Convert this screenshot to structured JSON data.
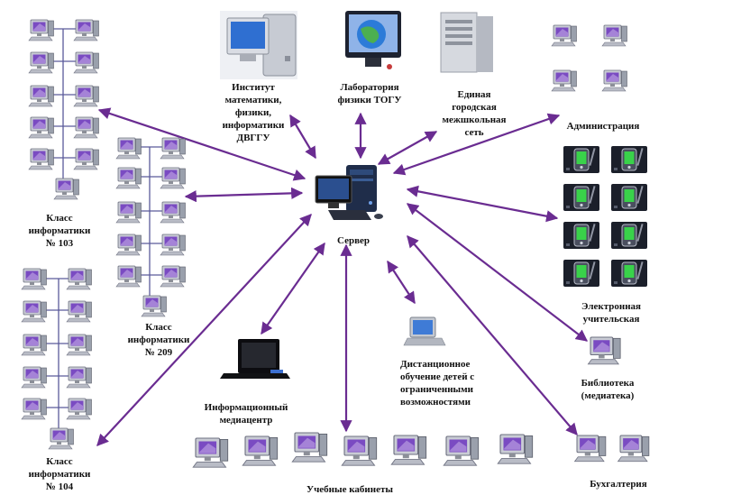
{
  "colors": {
    "arrow": "#6a2c91",
    "tree": "#5a5a9a",
    "screen": "#7a4bc2",
    "monitor_body": "#c9ccd4",
    "tablet_screen": "#39d24a"
  },
  "nodes": {
    "server": {
      "label": "Сервер",
      "icon": "server-computer-icon"
    },
    "institute": {
      "label": "Институт\nматематики,\nфизики,\nинформатики\nДВГГУ",
      "icon": "desktop-pc-icon"
    },
    "physics_lab": {
      "label": "Лаборатория\nфизики ТОГУ",
      "icon": "globe-monitor-icon"
    },
    "city_network": {
      "label": "Единая\nгородская\nмежшкольная\nсеть",
      "icon": "server-tower-icon"
    },
    "administration": {
      "label": "Администрация",
      "icon": "workstation-icon"
    },
    "e_staffroom": {
      "label": "Электронная\nучительская",
      "icon": "tablet-icon"
    },
    "library": {
      "label": "Библиотека\n(медиатека)",
      "icon": "workstation-icon"
    },
    "accounting": {
      "label": "Бухгалтерия",
      "icon": "workstation-icon"
    },
    "classrooms": {
      "label": "Учебные кабинеты",
      "icon": "workstation-icon"
    },
    "distance": {
      "label": "Дистанционное\nобучение детей с\nограниченными\nвозможностями",
      "icon": "laptop-icon"
    },
    "media_center": {
      "label": "Информационный\nмедиацентр",
      "icon": "media-monitor-icon"
    },
    "class_103": {
      "label": "Класс\nинформатики\n№ 103",
      "icon": "workstation-icon"
    },
    "class_209": {
      "label": "Класс\nинформатики\n№ 209",
      "icon": "workstation-icon"
    },
    "class_104": {
      "label": "Класс\nинформатики\n№ 104",
      "icon": "workstation-icon"
    }
  }
}
